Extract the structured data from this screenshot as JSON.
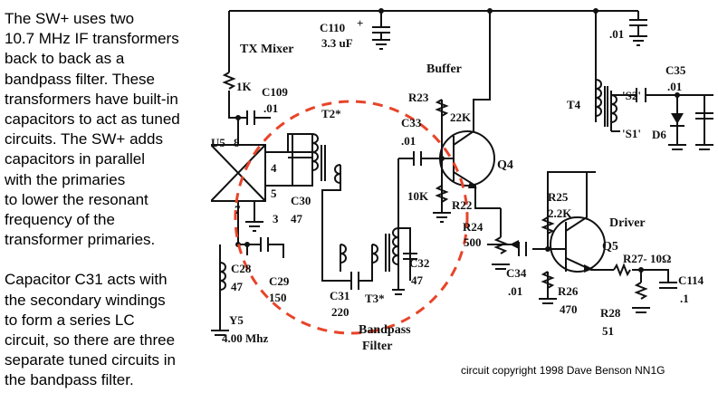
{
  "description": {
    "paragraph1": [
      "The SW+ uses two",
      "10.7 MHz IF transformers",
      "back to back as a",
      "bandpass filter. These",
      "transformers have built-in",
      "capacitors to act as tuned",
      "circuits. The SW+ adds",
      "capacitors in parallel",
      "with the primaries",
      "to lower the resonant",
      "frequency of the",
      "transformer primaries."
    ],
    "paragraph2": [
      "Capacitor C31 acts with",
      "the secondary windings",
      "to form a series LC",
      "circuit, so there are three",
      "separate tuned circuits in",
      "the bandpass filter."
    ]
  },
  "schematic": {
    "highlight_color": "#e8442a",
    "labels": {
      "tx_mixer": "TX Mixer",
      "buffer": "Buffer",
      "driver": "Driver",
      "bandpass1": "Bandpass",
      "bandpass2": "Filter",
      "c110": "C110",
      "c110_plus": "+",
      "c110_val": "3.3 uF",
      "c01_top": ".01",
      "c35": "C35",
      "c35_val": ".01",
      "r1k": "1K",
      "c109": "C109",
      "c109_val": ".01",
      "t2": "T2*",
      "c33": "C33",
      "c33_val": ".01",
      "r23": "R23",
      "r23_val": "22K",
      "q4": "Q4",
      "t4": "T4",
      "s2": "'S2'",
      "s1": "'S1'",
      "d6": "D6",
      "u5": "U5",
      "pin8": "8",
      "pin4": "4",
      "pin5": "5",
      "pin7": "7",
      "pin3": "3",
      "c30": "C30",
      "c30_val": "47",
      "r10k": "10K",
      "r22": "R22",
      "r25": "R25",
      "r25_val": "2.2K",
      "r24": "R24",
      "r24_val": "500",
      "q5": "Q5",
      "r27": "R27- 10Ω",
      "c114": "C114",
      "c114_val": ".1",
      "c28": "C28",
      "c28_val": "47",
      "c29": "C29",
      "c29_val": "150",
      "c31": "C31",
      "c31_val": "220",
      "c32": "C32",
      "c32_val": "47",
      "t3": "T3*",
      "c34": "C34",
      "c34_val": ".01",
      "r26": "R26",
      "r26_val": "470",
      "r28": "R28",
      "r28_val": "51",
      "y5": "Y5",
      "y5_val": "4.00 Mhz"
    }
  },
  "copyright": "circuit copyright 1998 Dave Benson NN1G"
}
